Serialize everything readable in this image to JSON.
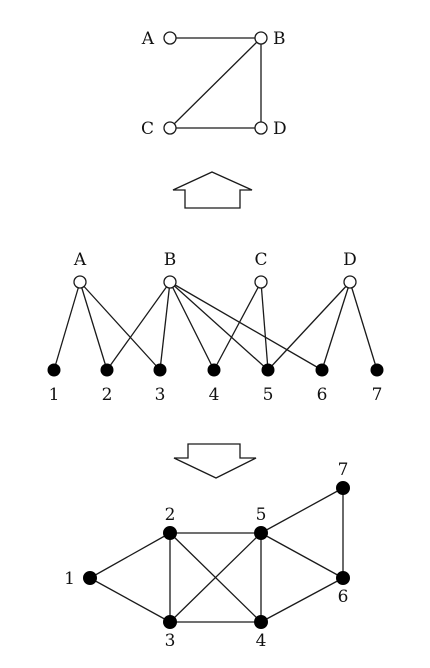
{
  "top_graph": {
    "nodes": [
      {
        "id": "A",
        "label": "A"
      },
      {
        "id": "B",
        "label": "B"
      },
      {
        "id": "C",
        "label": "C"
      },
      {
        "id": "D",
        "label": "D"
      }
    ],
    "edges": [
      [
        "A",
        "B"
      ],
      [
        "B",
        "C"
      ],
      [
        "B",
        "D"
      ],
      [
        "C",
        "D"
      ]
    ]
  },
  "bipartite_graph": {
    "top_nodes": [
      {
        "id": "A",
        "label": "A"
      },
      {
        "id": "B",
        "label": "B"
      },
      {
        "id": "C",
        "label": "C"
      },
      {
        "id": "D",
        "label": "D"
      }
    ],
    "bottom_nodes": [
      {
        "id": "1",
        "label": "1"
      },
      {
        "id": "2",
        "label": "2"
      },
      {
        "id": "3",
        "label": "3"
      },
      {
        "id": "4",
        "label": "4"
      },
      {
        "id": "5",
        "label": "5"
      },
      {
        "id": "6",
        "label": "6"
      },
      {
        "id": "7",
        "label": "7"
      }
    ],
    "edges": [
      [
        "A",
        "1"
      ],
      [
        "A",
        "2"
      ],
      [
        "A",
        "3"
      ],
      [
        "B",
        "2"
      ],
      [
        "B",
        "3"
      ],
      [
        "B",
        "4"
      ],
      [
        "B",
        "5"
      ],
      [
        "B",
        "6"
      ],
      [
        "C",
        "4"
      ],
      [
        "C",
        "5"
      ],
      [
        "D",
        "5"
      ],
      [
        "D",
        "6"
      ],
      [
        "D",
        "7"
      ]
    ]
  },
  "bottom_graph": {
    "nodes": [
      {
        "id": "1",
        "label": "1"
      },
      {
        "id": "2",
        "label": "2"
      },
      {
        "id": "3",
        "label": "3"
      },
      {
        "id": "4",
        "label": "4"
      },
      {
        "id": "5",
        "label": "5"
      },
      {
        "id": "6",
        "label": "6"
      },
      {
        "id": "7",
        "label": "7"
      }
    ],
    "edges": [
      [
        "1",
        "2"
      ],
      [
        "1",
        "3"
      ],
      [
        "2",
        "3"
      ],
      [
        "2",
        "4"
      ],
      [
        "2",
        "5"
      ],
      [
        "3",
        "4"
      ],
      [
        "3",
        "5"
      ],
      [
        "4",
        "5"
      ],
      [
        "4",
        "6"
      ],
      [
        "5",
        "6"
      ],
      [
        "5",
        "7"
      ],
      [
        "6",
        "7"
      ]
    ]
  }
}
